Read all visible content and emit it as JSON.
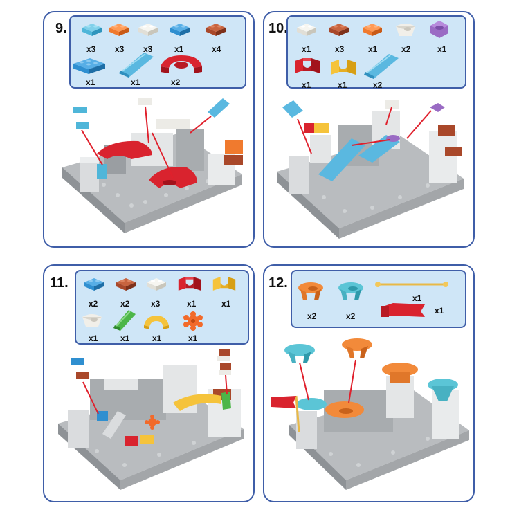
{
  "steps": [
    {
      "number": "9.",
      "parts": [
        {
          "icon": "brick-2x2-lightblue-icon",
          "qty": "x3",
          "color": "#4fb6d9"
        },
        {
          "icon": "brick-2x2-orange-icon",
          "qty": "x3",
          "color": "#f07a2e"
        },
        {
          "icon": "brick-2x2-white-icon",
          "qty": "x3",
          "color": "#ecebe6"
        },
        {
          "icon": "brick-2x2-blue-icon",
          "qty": "x1",
          "color": "#2f8fd0"
        },
        {
          "icon": "brick-2x2-brown-icon",
          "qty": "x4",
          "color": "#a9482a"
        },
        {
          "icon": "brick-2x4-blue-icon",
          "qty": "x1",
          "color": "#2f8fd0"
        },
        {
          "icon": "slide-blue-icon",
          "qty": "x1",
          "color": "#5ab8e0"
        },
        {
          "icon": "curve-red-icon",
          "qty": "x2",
          "color": "#d9232e"
        }
      ]
    },
    {
      "number": "10.",
      "parts": [
        {
          "icon": "brick-2x2-white-icon",
          "qty": "x1",
          "color": "#ecebe6"
        },
        {
          "icon": "brick-2x2-brown-icon",
          "qty": "x3",
          "color": "#a9482a"
        },
        {
          "icon": "brick-2x2-orange-icon",
          "qty": "x1",
          "color": "#f07a2e"
        },
        {
          "icon": "funnel-white-icon",
          "qty": "x2",
          "color": "#f1efe9"
        },
        {
          "icon": "cap-purple-icon",
          "qty": "x1",
          "color": "#9a6bc4"
        },
        {
          "icon": "channel-red-icon",
          "qty": "x1",
          "color": "#d9232e"
        },
        {
          "icon": "channel-yellow-icon",
          "qty": "x1",
          "color": "#f5c33b"
        },
        {
          "icon": "slide-blue-icon",
          "qty": "x2",
          "color": "#5ab8e0"
        }
      ]
    },
    {
      "number": "11.",
      "parts": [
        {
          "icon": "brick-2x2-blue-icon",
          "qty": "x2",
          "color": "#2f8fd0"
        },
        {
          "icon": "brick-2x2-brown-icon",
          "qty": "x2",
          "color": "#a9482a"
        },
        {
          "icon": "brick-2x2-white-icon",
          "qty": "x3",
          "color": "#ecebe6"
        },
        {
          "icon": "channel-red-icon",
          "qty": "x1",
          "color": "#d9232e"
        },
        {
          "icon": "channel-yellow-icon",
          "qty": "x1",
          "color": "#f5c33b"
        },
        {
          "icon": "funnel-white-icon",
          "qty": "x1",
          "color": "#f1efe9"
        },
        {
          "icon": "slide-green-icon",
          "qty": "x1",
          "color": "#4cb648"
        },
        {
          "icon": "curve-yellow-icon",
          "qty": "x1",
          "color": "#f5c33b"
        },
        {
          "icon": "gear-orange-icon",
          "qty": "x1",
          "color": "#f26a2a"
        }
      ]
    },
    {
      "number": "12.",
      "parts": [
        {
          "icon": "funnel-orange-icon",
          "qty": "x2",
          "color": "#f28a3a"
        },
        {
          "icon": "funnel-teal-icon",
          "qty": "x2",
          "color": "#5bc5d6"
        },
        {
          "icon": "flag-pole-icon",
          "qty": "x1",
          "color": "#e8b948"
        },
        {
          "icon": "flag-red-icon",
          "qty": "x1",
          "color": "#d9232e"
        }
      ]
    }
  ]
}
